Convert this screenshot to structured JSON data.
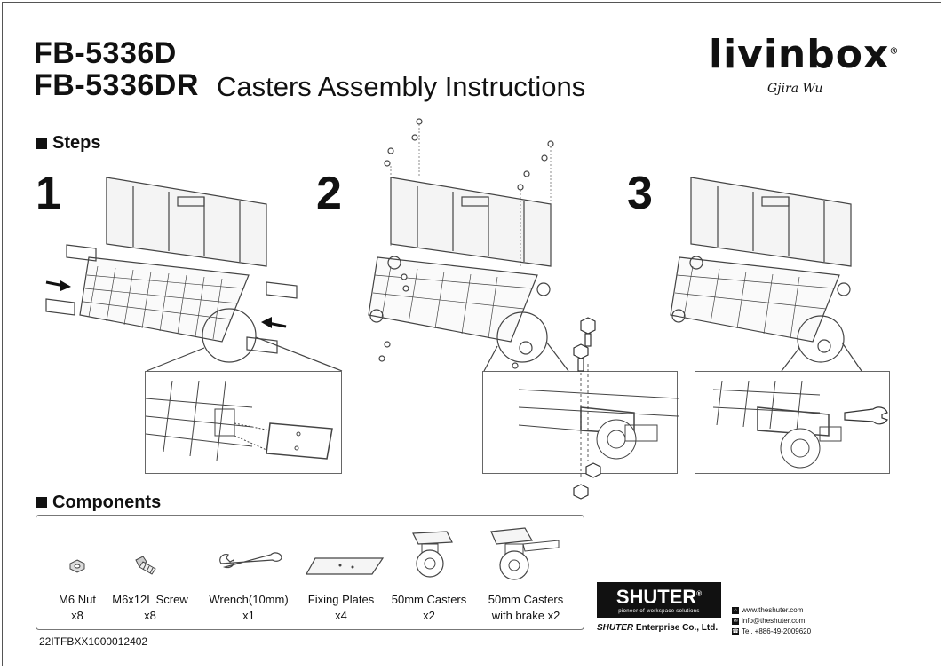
{
  "header": {
    "model_line1": "FB-5336D",
    "model_line2": "FB-5336DR",
    "subtitle": "Casters Assembly Instructions",
    "brand": "livinbox",
    "brand_reg": "®",
    "brand_script": "Gjira Wu"
  },
  "steps": {
    "heading": "Steps",
    "numbers": [
      "1",
      "2",
      "3"
    ]
  },
  "components": {
    "heading": "Components",
    "items": [
      {
        "name": "M6 Nut",
        "qty": "x8"
      },
      {
        "name": "M6x12L Screw",
        "qty": "x8"
      },
      {
        "name": "Wrench(10mm)",
        "qty": "x1"
      },
      {
        "name": "Fixing Plates",
        "qty": "x4"
      },
      {
        "name": "50mm Casters",
        "qty": "x2"
      },
      {
        "name": "50mm Casters",
        "qty": "with brake  x2"
      }
    ]
  },
  "footer": {
    "doc_number": "22ITFBXX1000012402",
    "shuter_logo": "SHUTER",
    "shuter_reg": "®",
    "shuter_tagline": "pioneer of workspace solutions",
    "company_prefix": "SHUTER",
    "company_suffix": " Enterprise Co., Ltd.",
    "website": "www.theshuter.com",
    "email": "info@theshuter.com",
    "phone": "Tel. +886-49-2009620"
  }
}
